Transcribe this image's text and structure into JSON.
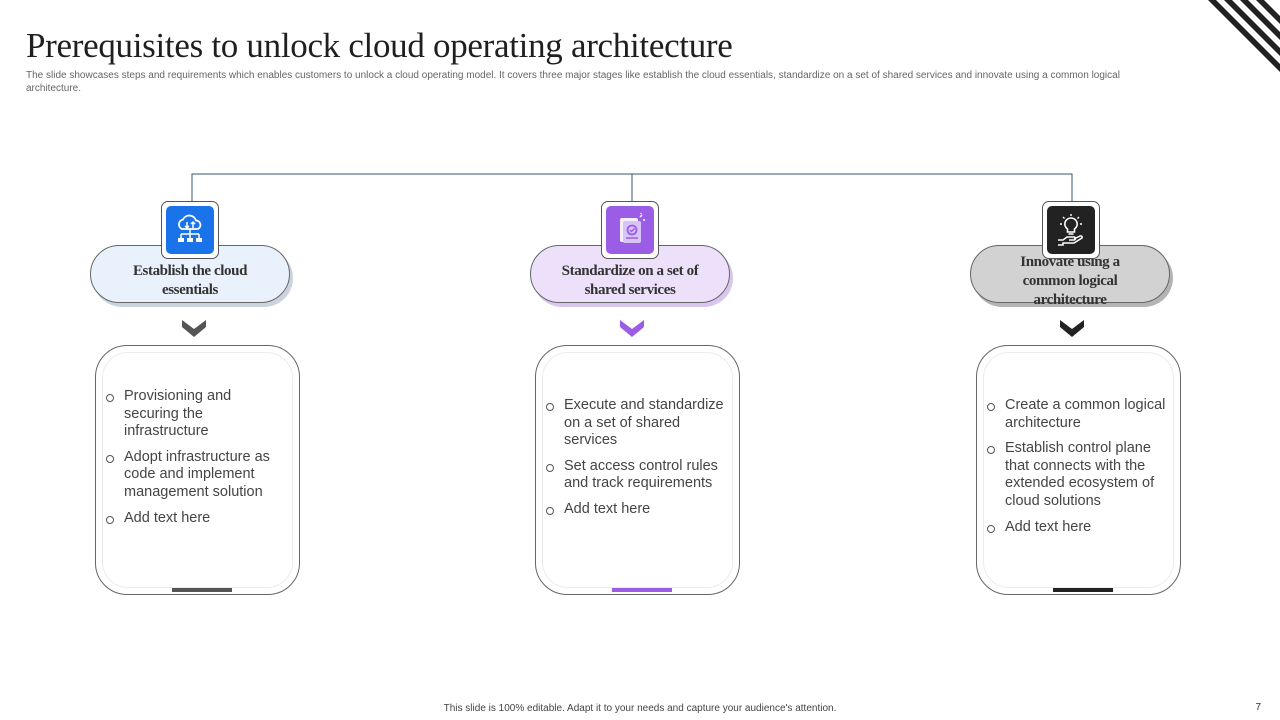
{
  "slide": {
    "title": "Prerequisites to unlock cloud operating architecture",
    "subtitle": "The slide showcases steps and requirements which enables customers to unlock a cloud operating model. It covers three major stages like establish the cloud essentials, standardize on a set of shared services and innovate using a common logical architecture.",
    "footer": "This slide is 100% editable. Adapt it to your needs and capture your audience's attention.",
    "page_number": "7"
  },
  "stages": [
    {
      "title": "Establish the cloud essentials",
      "icon": "cloud-network-icon",
      "accent": "#1a73e8",
      "pill_bg": "#e9f1fc",
      "pill_shadow": "#cbd3de",
      "chevron_color": "#555555",
      "bar_color": "#555555",
      "items": [
        "Provisioning and securing the infrastructure",
        "Adopt infrastructure as code and implement management solution",
        "Add text here"
      ]
    },
    {
      "title": "Standardize on a set of shared services",
      "icon": "certificate-icon",
      "accent": "#9b5de5",
      "pill_bg": "#ece0fb",
      "pill_shadow": "#d8c6ee",
      "chevron_color": "#9b5de5",
      "bar_color": "#9b5de5",
      "items": [
        "Execute and standardize on a set of shared services",
        "Set access control rules and track requirements",
        "Add text here"
      ]
    },
    {
      "title": "Innovate using a common logical architecture",
      "icon": "lightbulb-hand-icon",
      "accent": "#222222",
      "pill_bg": "#d2d2d2",
      "pill_shadow": "#b4b4b4",
      "chevron_color": "#222222",
      "bar_color": "#222222",
      "items": [
        "Create a common logical architecture",
        "Establish control plane that connects with the extended ecosystem of cloud solutions",
        "Add text here"
      ]
    }
  ]
}
